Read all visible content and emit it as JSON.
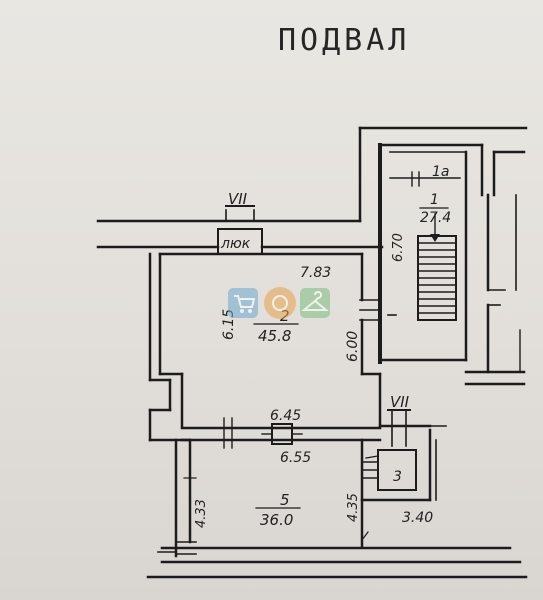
{
  "title": "ПОДВАЛ",
  "axis_marks": {
    "upper": "VII",
    "lower": "VII"
  },
  "hatch_label": "люк",
  "rooms": [
    {
      "id": "1",
      "area": "27.4"
    },
    {
      "id": "1a",
      "area": ""
    },
    {
      "id": "2",
      "area": "45.8"
    },
    {
      "id": "3",
      "area": ""
    },
    {
      "id": "5",
      "area": "36.0"
    }
  ],
  "dimensions": {
    "room1_length": "6.70",
    "room2_top": "7.83",
    "room2_left": "6.15",
    "room2_right": "6.00",
    "room2_bottom": "6.45",
    "room5_top": "6.55",
    "room5_left": "4.33",
    "room5_right": "4.35",
    "room5_right_bottom": "3.40"
  },
  "watermark": {
    "icons": [
      "cart-icon",
      "food-icon",
      "hanger-icon"
    ]
  },
  "colors": {
    "ink": "#1c1c1c",
    "paper": "#e6e3de",
    "watermark_blue": "#6ea8cf",
    "watermark_orange": "#e8a24a",
    "watermark_green": "#7cbf82"
  }
}
